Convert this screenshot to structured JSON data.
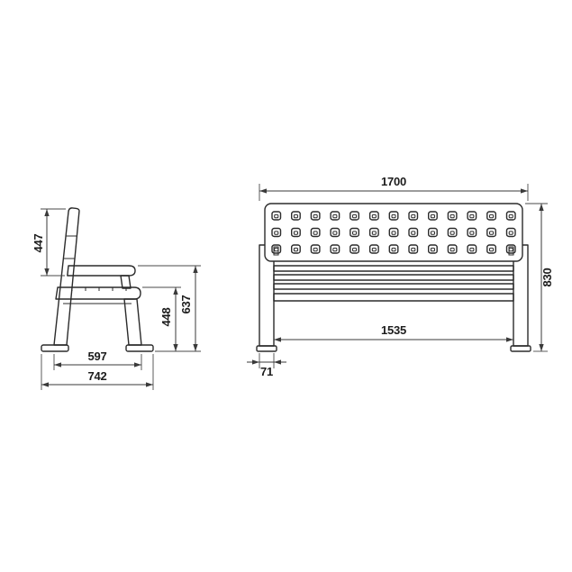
{
  "side_view": {
    "backrest_height": "447",
    "armrest_height": "637",
    "seat_height": "448",
    "leg_span": "597",
    "overall_depth": "742"
  },
  "front_view": {
    "overall_width": "1700",
    "overall_height": "830",
    "inner_width": "1535",
    "leg_width": "71"
  }
}
